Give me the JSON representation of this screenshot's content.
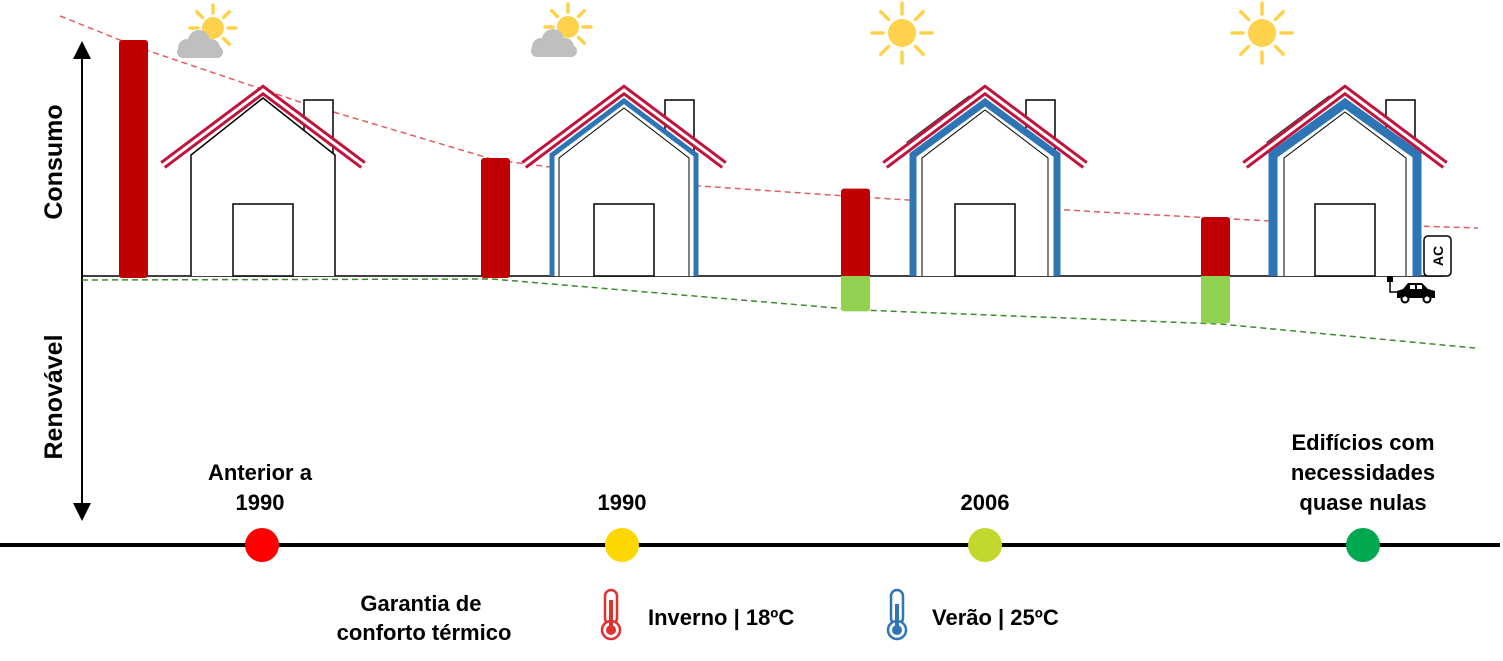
{
  "axis": {
    "top_label": "Consumo",
    "bottom_label": "Renovável"
  },
  "chart_data": {
    "type": "bar",
    "categories": [
      "Anterior a 1990",
      "1990",
      "2006",
      "Edifícios com necessidades quase nulas"
    ],
    "series": [
      {
        "name": "Consumo",
        "values": [
          1.0,
          0.5,
          0.37,
          0.25
        ]
      },
      {
        "name": "Renovável",
        "values": [
          0,
          0,
          0.15,
          0.2
        ]
      }
    ]
  },
  "periods": [
    {
      "label_lines": [
        "Anterior a",
        "1990"
      ],
      "dot_color": "#FF0000",
      "weather": "sun-cloud"
    },
    {
      "label_lines": [
        "1990"
      ],
      "dot_color": "#FFD700",
      "weather": "sun-cloud"
    },
    {
      "label_lines": [
        "2006"
      ],
      "dot_color": "#C3D82F",
      "weather": "sun"
    },
    {
      "label_lines": [
        "Edifícios com",
        "necessidades",
        "quase nulas"
      ],
      "dot_color": "#00A850",
      "weather": "sun"
    }
  ],
  "house4": {
    "ac_label": "AC"
  },
  "legend": {
    "title_lines": [
      "Garantia de",
      "conforto térmico"
    ],
    "winter": "Inverno | 18ºC",
    "summer": "Verão | 25ºC"
  },
  "colors": {
    "consumption": "#C00000",
    "renewable": "#92D050",
    "insulation": "#2E75B6",
    "roof": "#C0143C",
    "sun": "#FFD24D",
    "cloud": "#BFBFBF"
  }
}
